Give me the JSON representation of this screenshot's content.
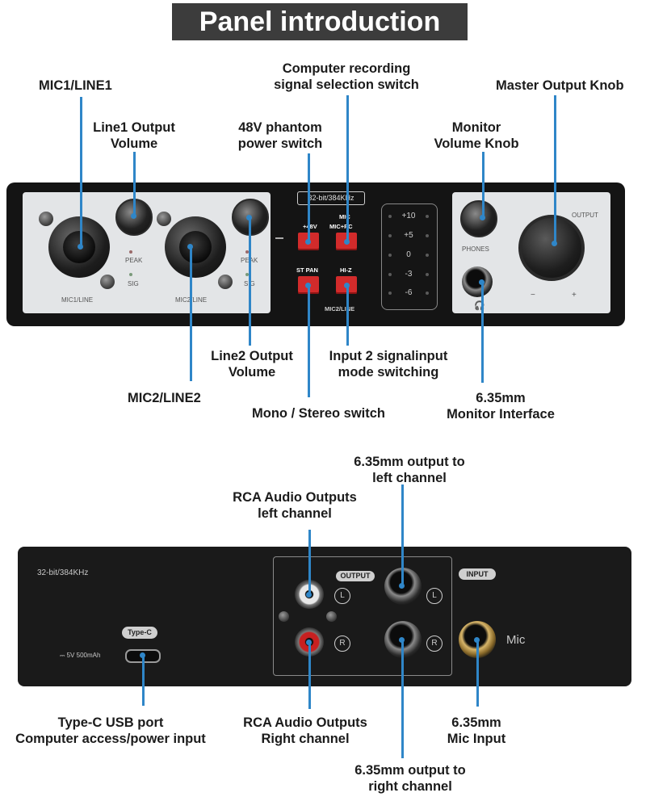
{
  "title": "Panel introduction",
  "front_labels": {
    "mic1": "MIC1/LINE1",
    "line1_output": [
      "Line1 Output",
      "Volume"
    ],
    "phantom": [
      "48V phantom",
      "power switch"
    ],
    "recording_switch": [
      "Computer recording",
      "signal selection switch"
    ],
    "monitor_knob": [
      "Monitor",
      "Volume Knob"
    ],
    "master_knob": "Master Output Knob",
    "line2_output": [
      "Line2 Output",
      "Volume"
    ],
    "mic2": "MIC2/LINE2",
    "input2_mode": [
      "Input 2 signalinput",
      "mode switching"
    ],
    "mono_stereo": "Mono / Stereo switch",
    "monitor_interface": [
      "6.35mm",
      "Monitor Interface"
    ]
  },
  "rear_labels": {
    "out_left_635": [
      "6.35mm output to",
      "left channel"
    ],
    "rca_left": [
      "RCA Audio Outputs",
      "left channel"
    ],
    "typec": [
      "Type-C USB port",
      "Computer access/power input"
    ],
    "rca_right": [
      "RCA Audio Outputs",
      "Right channel"
    ],
    "mic_input": [
      "6.35mm",
      "Mic Input"
    ],
    "out_right_635": [
      "6.35mm output to",
      "right channel"
    ]
  },
  "front_panel": {
    "spec": "32-bit/384KHz",
    "mic1_line": "MIC1/LINE",
    "mic2_line": "MIC2/LINE",
    "peak": "PEAK",
    "sig": "SIG",
    "btn_48v": "+48V",
    "btn_stpan": "ST PAN",
    "btn_hiz": "HI-Z",
    "mic_label": "MIC",
    "micpc_label": "MIC+PC",
    "mic2line": "MIC2/LINE",
    "meter": [
      "+10",
      "+5",
      "0",
      "-3",
      "-6"
    ],
    "phones": "PHONES",
    "output": "OUTPUT",
    "minus": "−",
    "plus": "+"
  },
  "rear_panel": {
    "spec": "32-bit/384KHz",
    "typec_pill": "Type-C",
    "power": "⎓ 5V 500mAh",
    "output_pill": "OUTPUT",
    "input_pill": "INPUT",
    "L": "L",
    "R": "R",
    "mic": "Mic"
  },
  "colors": {
    "pointer": "#2f86c8",
    "button_red": "#d22b2b",
    "device_body": "#141414",
    "faceplate": "#e3e5e7"
  }
}
